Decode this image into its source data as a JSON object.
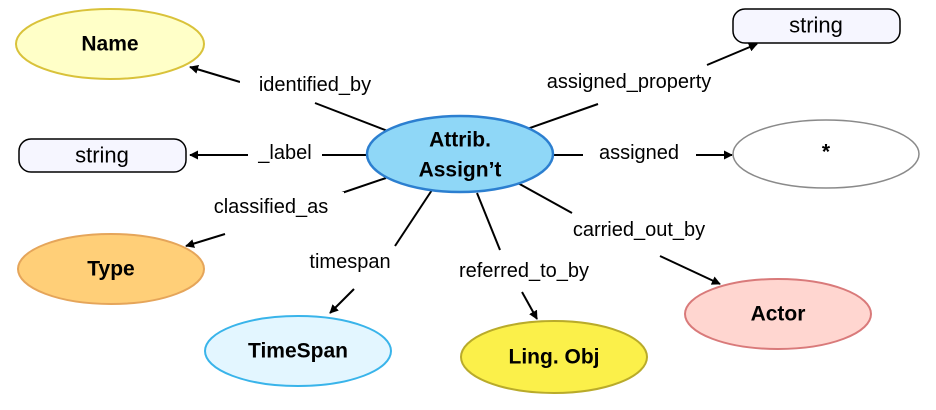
{
  "nodes": {
    "center": {
      "line1": "Attrib.",
      "line2": "Assign’t",
      "fill": "#8fd7f7",
      "stroke": "#2c7fd0"
    },
    "name": {
      "label": "Name",
      "fill": "#ffffc8",
      "stroke": "#d9c23a"
    },
    "string_left": {
      "label": "string",
      "fill": "#f6f6ff",
      "stroke": "#000000"
    },
    "string_right": {
      "label": "string",
      "fill": "#f6f6ff",
      "stroke": "#000000"
    },
    "star": {
      "label": "*",
      "fill": "#ffffff",
      "stroke": "#8a8a8a"
    },
    "type": {
      "label": "Type",
      "fill": "#ffcf78",
      "stroke": "#e5a55a"
    },
    "timespan": {
      "label": "TimeSpan",
      "fill": "#e3f6ff",
      "stroke": "#39b4ea"
    },
    "lingobj": {
      "label": "Ling. Obj",
      "fill": "#fbf04a",
      "stroke": "#b9ab2a"
    },
    "actor": {
      "label": "Actor",
      "fill": "#ffd6d0",
      "stroke": "#d97a7a"
    }
  },
  "edges": {
    "identified_by": "identified_by",
    "label": "_label",
    "classified_as": "classified_as",
    "timespan": "timespan",
    "referred_to_by": "referred_to_by",
    "carried_out_by": "carried_out_by",
    "assigned": "assigned",
    "assigned_property": "assigned_property"
  }
}
